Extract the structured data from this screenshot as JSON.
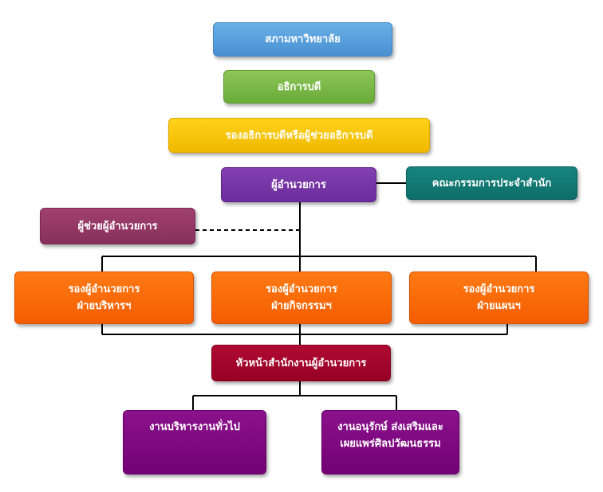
{
  "org_chart": {
    "university": "สภามหาวิทยาลัย",
    "president": "อธิการบดี",
    "vice_president": "รองอธิการบดีหรือผู้ช่วยอธิการบดี",
    "director": "ผู้อำนวยการ",
    "committee": "คณะกรรมการประจำสำนัก",
    "assistant_director": "ผู้ช่วยผู้อำนวยการ",
    "deputy_admin": {
      "line1": "รองผู้อำนวยการ",
      "line2": "ฝ่ายบริหารฯ"
    },
    "deputy_activity": {
      "line1": "รองผู้อำนวยการ",
      "line2": "ฝ่ายกิจกรรมฯ"
    },
    "deputy_plan": {
      "line1": "รองผู้อำนวยการ",
      "line2": "ฝ่ายแผนฯ"
    },
    "office_head": "หัวหน้าสำนักงานผู้อำนวยการ",
    "general_admin": "งานบริหารงานทั่วไป",
    "culture": {
      "line1": "งานอนุรักษ์ ส่งเสริมและ",
      "line2": "เผยแพร่ศิลปวัฒนธรรม"
    }
  },
  "colors": {
    "line": "#000000",
    "university": "#4a90d2",
    "president": "#6aab3a",
    "vice_president": "#f0b800",
    "director": "#6c2c9c",
    "committee": "#0f6e69",
    "assistant_director": "#88305c",
    "deputy": "#f35d00",
    "office_head": "#960025",
    "units": "#730075"
  }
}
